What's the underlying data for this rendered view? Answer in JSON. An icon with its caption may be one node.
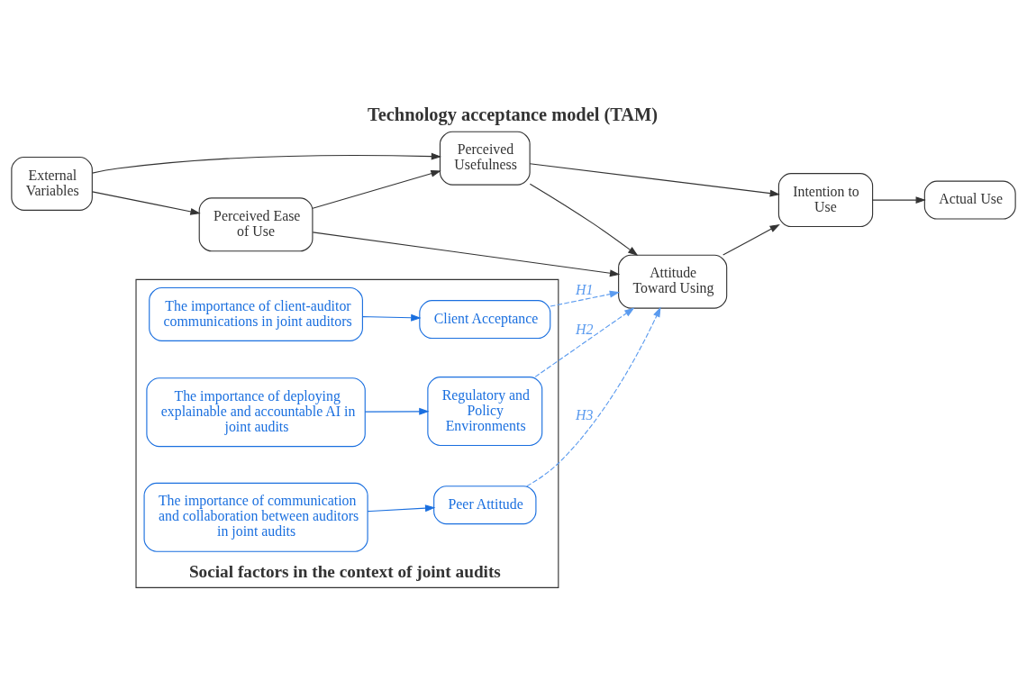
{
  "diagram": {
    "title": "Technology acceptance model (TAM)",
    "nodes": [
      {
        "text": [
          "External Variables"
        ]
      },
      {
        "text": [
          "Perceived Usefulness"
        ]
      },
      {
        "text": [
          "Perceived Ease of Use"
        ]
      },
      {
        "text": [
          "Attitude Toward Using"
        ]
      },
      {
        "text": [
          "Intention to Use"
        ]
      },
      {
        "text": [
          "Actual Use"
        ]
      },
      {
        "text": [
          "Social factors in the context of joint audits"
        ]
      },
      {
        "text": [
          "The importance of client-auditor communications in joint auditors"
        ],
        "in": 6
      },
      {
        "text": [
          "Client Acceptance"
        ],
        "in": 6
      },
      {
        "text": [
          "The importance of deploying explainable and accountable AI in joint audits"
        ],
        "in": 6
      },
      {
        "text": [
          "Regulatory and Policy Environments"
        ],
        "in": 6
      },
      {
        "text": [
          "The importance of communication and collaboration between auditors in joint audits"
        ],
        "in": 6
      },
      {
        "text": [
          "Peer Attitude"
        ],
        "in": 6
      }
    ],
    "edges": [
      {
        "from": 0,
        "to": 1,
        "arrow": "to"
      },
      {
        "from": 0,
        "to": 2,
        "arrow": "to"
      },
      {
        "from": 2,
        "to": 1,
        "arrow": "to"
      },
      {
        "from": 1,
        "to": 3,
        "arrow": "to"
      },
      {
        "from": 2,
        "to": 3,
        "arrow": "to"
      },
      {
        "from": 1,
        "to": 4,
        "arrow": "to"
      },
      {
        "from": 3,
        "to": 4,
        "arrow": "to"
      },
      {
        "from": 4,
        "to": 5,
        "arrow": "to"
      },
      {
        "from": 7,
        "to": 8,
        "arrow": "to",
        "color": "#1a6fdf"
      },
      {
        "from": 9,
        "to": 10,
        "arrow": "to",
        "color": "#1a6fdf"
      },
      {
        "from": 11,
        "to": 12,
        "arrow": "to",
        "color": "#1a6fdf"
      },
      {
        "from": 8,
        "to": 3,
        "arrow": "to",
        "label": "H1",
        "style": "dashed",
        "color": "#5b9bef"
      },
      {
        "from": 10,
        "to": 3,
        "arrow": "to",
        "label": "H2",
        "style": "dashed",
        "color": "#5b9bef"
      },
      {
        "from": 12,
        "to": 3,
        "arrow": "to",
        "label": "H3",
        "style": "dashed",
        "color": "#5b9bef"
      }
    ]
  }
}
